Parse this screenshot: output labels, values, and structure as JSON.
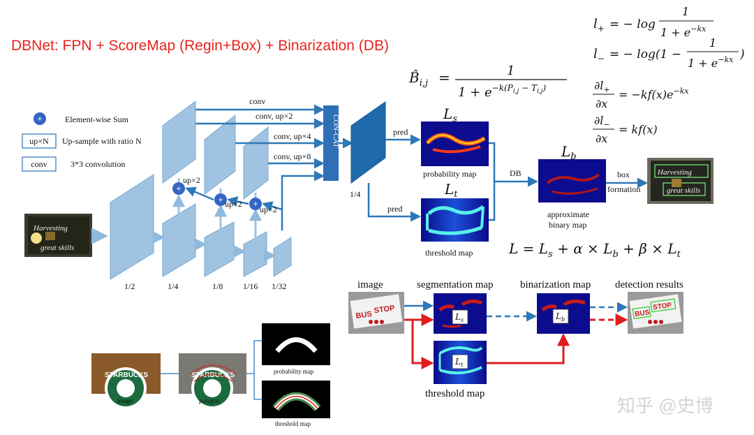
{
  "title": "DBNet:  FPN + ScoreMap (Regin+Box) + Binarization (DB)",
  "colors": {
    "title": "#e8231d",
    "block_light": "#9fc3e1",
    "block_dark": "#1e6aab",
    "arrow_blue": "#2e78b8",
    "arrow_red": "#e01d1d",
    "map_bg": "#1a1a8a"
  },
  "legend": {
    "sum_label": "Element-wise Sum",
    "upsample_box": "up×N",
    "upsample_label": "Up-sample with ratio N",
    "conv_box": "conv",
    "conv_label": "3*3 convolution"
  },
  "fpn": {
    "scales": [
      "1/2",
      "1/4",
      "1/8",
      "1/16",
      "1/32"
    ],
    "up_labels": [
      "up×2",
      "up×2",
      "up×2"
    ],
    "conv_labels": [
      "conv",
      "conv, up×2",
      "conv, up×4",
      "conv, up×8"
    ],
    "concat": "CON-CAT",
    "feature_scale": "1/4",
    "pred_top": "pred",
    "pred_bottom": "pred",
    "prob_map_label": "probability map",
    "threshold_map_label": "threshold map",
    "db_label": "DB",
    "approx_label_1": "approximate",
    "approx_label_2": "binary map",
    "box_label_1": "box",
    "box_label_2": "formation",
    "ls": "L",
    "ls_sub": "s",
    "lt": "L",
    "lt_sub": "t",
    "lb": "L",
    "lb_sub": "b"
  },
  "equations": {
    "bhat": "B̂",
    "bhat_sub": "i,j",
    "bhat_eq": "=",
    "bhat_num": "1",
    "bhat_den": "1 + e",
    "bhat_exp": "−k(P",
    "bhat_exp2": "i,j",
    "bhat_exp3": " − T",
    "bhat_exp4": "i,j",
    "bhat_exp5": ")",
    "lplus_lhs": "l",
    "lplus_sub": "+",
    "lplus_eq": "= − log",
    "lplus_num": "1",
    "lplus_den": "1 + e",
    "lplus_exp": "−kx",
    "lminus_lhs": "l",
    "lminus_sub": "−",
    "lminus_eq": "= − log(1 −",
    "lminus_num": "1",
    "lminus_den": "1 + e",
    "lminus_exp": "−kx",
    "lminus_close": ")",
    "d1_num": "∂l",
    "d1_num_sub": "+",
    "d1_den": "∂x",
    "d1_rhs": "= −kf(x)e",
    "d1_rhs_exp": "−kx",
    "d2_num": "∂l",
    "d2_num_sub": "−",
    "d2_den": "∂x",
    "d2_rhs": "= kf(x)",
    "loss": "L = L",
    "loss_s": "s",
    "loss_plus_a": " + α × L",
    "loss_b": "b",
    "loss_plus_b": " + β × L",
    "loss_t": "t"
  },
  "pipeline": {
    "image": "image",
    "segmentation": "segmentation map",
    "binarization": "binarization map",
    "detection": "detection results",
    "threshold": "threshold map",
    "ls": "L",
    "ls_sub": "s",
    "lt": "L",
    "lt_sub": "t",
    "lb": "L",
    "lb_sub": "b",
    "sign_text": "STOP",
    "bus_text": "BUS"
  },
  "label_gen": {
    "image": "image",
    "polygon": "polygon",
    "probability": "probability map",
    "threshold": "threshold map",
    "logo_text": "STARBUCKS"
  },
  "input_image_text": "Harvesting great skills",
  "output_image_text": "Harvesting great skills",
  "watermark": "知乎 @史博"
}
